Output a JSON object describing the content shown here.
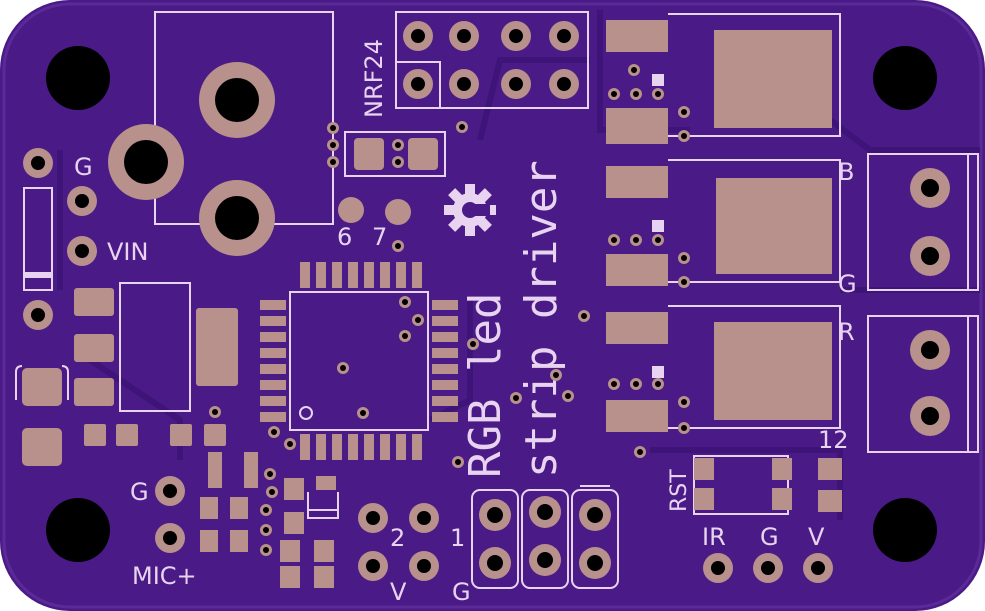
{
  "colors": {
    "board": "#4a1a86",
    "board_edge": "#3c1470",
    "copper": "#b8908c",
    "silk": "#e8d4f0",
    "hole": "#000000"
  },
  "labels": {
    "nrf24": "NRF24",
    "title_line1": "RGB led",
    "title_line2": "strip driver",
    "g_top": "G",
    "vin": "VIN",
    "six": "6",
    "seven": "7",
    "b": "B",
    "g_right": "G",
    "r": "R",
    "twelve": "12",
    "rst": "RST",
    "ir": "IR",
    "g_bottom": "G",
    "v_bottom": "V",
    "g_mic": "G",
    "mic": "MIC+",
    "two": "2",
    "one": "1",
    "v_mid": "V",
    "g_mid": "G"
  },
  "icons": {
    "logo": "oshw-gear-icon"
  }
}
